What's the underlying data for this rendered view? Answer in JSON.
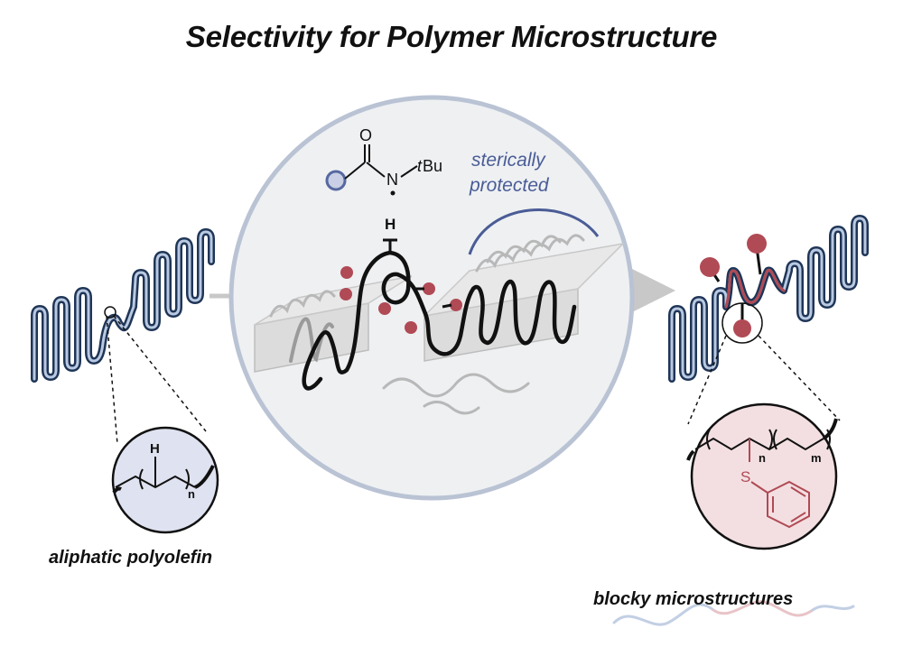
{
  "title": "Selectivity for Polymer Microstructure",
  "center": {
    "reagent": {
      "oxygen": "O",
      "nitrogen": "N",
      "tbu_t": "t",
      "tbu_bu": "Bu"
    },
    "steric_label": {
      "line1": "sterically",
      "line2": "protected"
    },
    "h_label": "H"
  },
  "left": {
    "caption": "aliphatic polyolefin",
    "zoom": {
      "h_label": "H",
      "n_label": "n"
    }
  },
  "right": {
    "caption": "blocky microstructures",
    "zoom": {
      "s_label": "S",
      "n_label": "n",
      "m_label": "m"
    }
  },
  "colors": {
    "navy": "#1a2a4a",
    "chain_outline": "#1f3556",
    "functional_red": "#b04a55",
    "left_zoom_fill": "#dfe2f0",
    "right_zoom_fill": "#f3dfe1",
    "big_circle_fill": "#eef0f2",
    "big_circle_stroke": "#b9c3d4",
    "steric_blue": "#4a5c96"
  }
}
